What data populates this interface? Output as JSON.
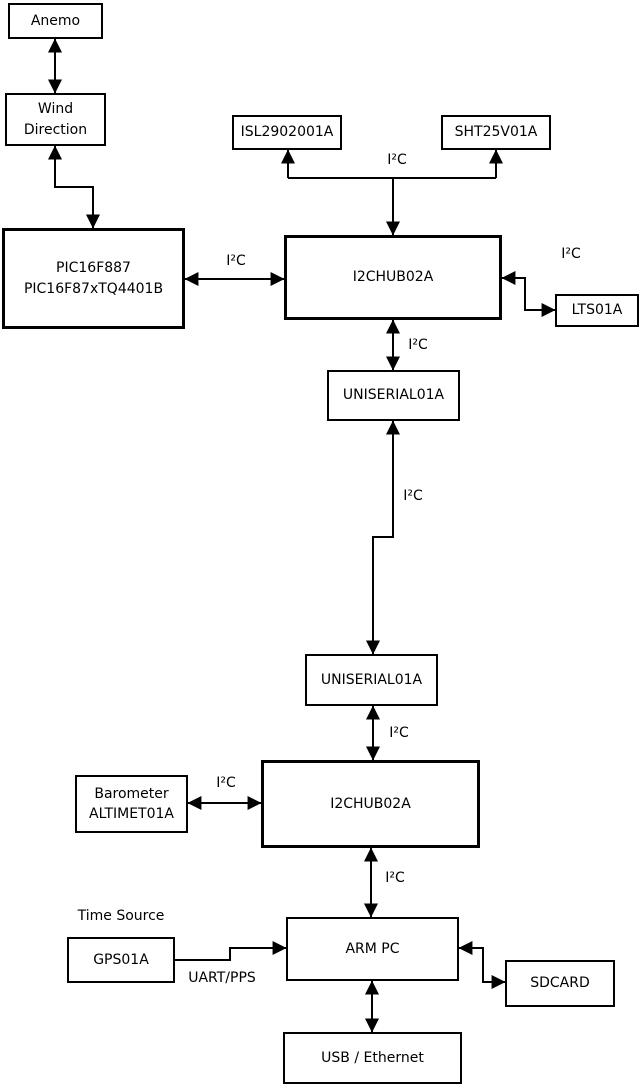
{
  "diagram": {
    "nodes": {
      "anemo": {
        "label": "Anemo"
      },
      "wind_direction": {
        "line1": "Wind",
        "line2": "Direction"
      },
      "pic": {
        "line1": "PIC16F887",
        "line2": "PIC16F87xTQ4401B"
      },
      "isl": {
        "label": "ISL2902001A"
      },
      "sht": {
        "label": "SHT25V01A"
      },
      "i2c_hub_top": {
        "label": "I2CHUB02A"
      },
      "lts": {
        "label": "LTS01A"
      },
      "uniserial_top": {
        "label": "UNISERIAL01A"
      },
      "uniserial_bottom": {
        "label": "UNISERIAL01A"
      },
      "barometer": {
        "line1": "Barometer",
        "line2": "ALTIMET01A"
      },
      "i2c_hub_bottom": {
        "label": "I2CHUB02A"
      },
      "gps": {
        "label": "GPS01A"
      },
      "arm_pc": {
        "label": "ARM PC"
      },
      "sdcard": {
        "label": "SDCARD"
      },
      "usb_ethernet": {
        "label": "USB / Ethernet"
      }
    },
    "edge_labels": {
      "i2c_sensor_bus": "I²C",
      "i2c_pic_hub": "I²C",
      "i2c_lts": "I²C",
      "i2c_hub_uniserial": "I²C",
      "i2c_uniserial_link": "I²C",
      "i2c_uniserial_hub2": "I²C",
      "i2c_barometer": "I²C",
      "i2c_hub2_arm": "I²C",
      "uart_pps": "UART/PPS",
      "time_source": "Time Source"
    },
    "colors": {
      "background": "#ffffff",
      "line": "#000000",
      "box_border": "#000000",
      "text": "#000000"
    }
  }
}
